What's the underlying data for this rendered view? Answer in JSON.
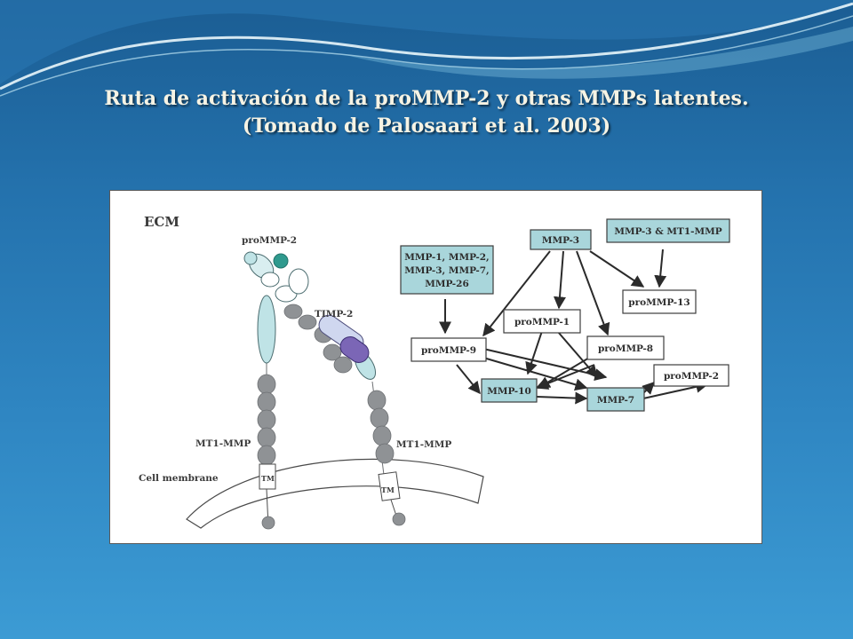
{
  "title": {
    "line1": "Ruta de activación de la proMMP-2 y otras MMPs latentes.",
    "line2": "(Tomado de Palosaari et al. 2003)"
  },
  "colors": {
    "background_top": "#1b5d93",
    "background_bottom": "#3c9bd4",
    "title_text": "#f6f3e4",
    "teal_box": "#a9d6db",
    "white_box": "#ffffff"
  },
  "diagram": {
    "labels": {
      "ecm": "ECM",
      "promMP2_top": "proMMP-2",
      "timp2": "TIMP-2",
      "mt1_left": "MT1-MMP",
      "mt1_right": "MT1-MMP",
      "cell_membrane": "Cell membrane",
      "tm_left": "TM",
      "tm_right": "TM"
    },
    "boxes": {
      "mmp_group": [
        "MMP-1, MMP-2,",
        "MMP-3, MMP-7,",
        "MMP-26"
      ],
      "mmp3": "MMP-3",
      "mmp3_mt1": "MMP-3 & MT1-MMP",
      "promMP13": "proMMP-13",
      "promMP1": "proMMP-1",
      "promMP9": "proMMP-9",
      "promMP8": "proMMP-8",
      "promMP2": "proMMP-2",
      "mmp10": "MMP-10",
      "mmp7": "MMP-7"
    }
  }
}
